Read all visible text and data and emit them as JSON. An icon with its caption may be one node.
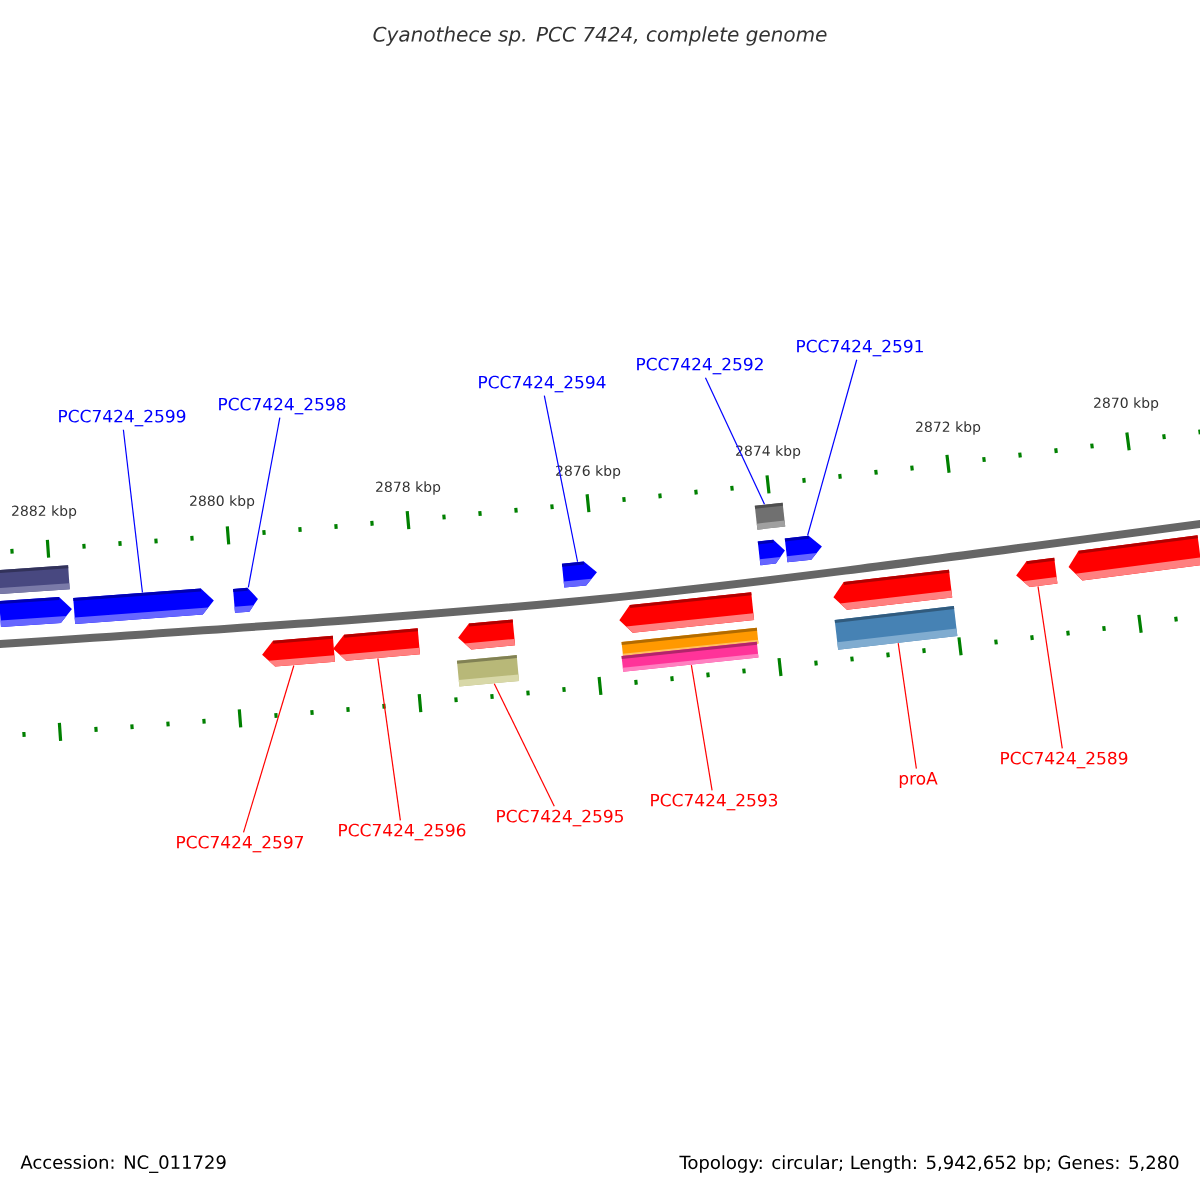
{
  "diagram": {
    "title": "Cyanothece sp. PCC 7424, complete genome",
    "nodes": [
      {
        "text": [
          "PCC7424_2599"
        ]
      },
      {
        "text": [
          "PCC7424_2598"
        ]
      },
      {
        "text": [
          "PCC7424_2594"
        ]
      },
      {
        "text": [
          "PCC7424_2592"
        ]
      },
      {
        "text": [
          "PCC7424_2591"
        ]
      },
      {
        "text": [
          "PCC7424_2597"
        ]
      },
      {
        "text": [
          "PCC7424_2596"
        ]
      },
      {
        "text": [
          "PCC7424_2595"
        ]
      },
      {
        "text": [
          "PCC7424_2593"
        ]
      },
      {
        "text": [
          "proA"
        ]
      },
      {
        "text": [
          "PCC7424_2589"
        ]
      },
      {
        "text": [],
        "shape": "bar"
      },
      {
        "text": [],
        "shape": "pentagon"
      },
      {
        "text": [],
        "shape": "pentagon"
      },
      {
        "text": [],
        "shape": "pentagon"
      },
      {
        "text": [],
        "shape": "pentagon"
      },
      {
        "text": [],
        "shape": "pentagon"
      },
      {
        "text": [],
        "shape": "pentagon"
      },
      {
        "text": [],
        "shape": "bar"
      },
      {
        "text": [],
        "shape": "pentagon"
      },
      {
        "text": [],
        "shape": "pentagon"
      },
      {
        "text": [],
        "shape": "bar"
      },
      {
        "text": [],
        "shape": "bar"
      },
      {
        "text": [],
        "shape": "bar"
      },
      {
        "text": [],
        "shape": "pentagon"
      },
      {
        "text": [],
        "shape": "pentagon"
      },
      {
        "text": [],
        "shape": "pentagon"
      },
      {
        "text": [],
        "shape": "bar"
      },
      {
        "text": [],
        "shape": "pentagon"
      },
      {
        "text": [],
        "shape": "pentagon"
      }
    ],
    "edges": [
      {
        "from": 0,
        "to": 13,
        "arrow": "none",
        "color": "#0000ff"
      },
      {
        "from": 1,
        "to": 14,
        "arrow": "none",
        "color": "#0000ff"
      },
      {
        "from": 2,
        "to": 19,
        "arrow": "none",
        "color": "#0000ff"
      },
      {
        "from": 3,
        "to": 23,
        "arrow": "none",
        "color": "#0000ff"
      },
      {
        "from": 4,
        "to": 25,
        "arrow": "none",
        "color": "#0000ff"
      },
      {
        "from": 5,
        "to": 15,
        "arrow": "none"
      },
      {
        "from": 6,
        "to": 16,
        "arrow": "none"
      },
      {
        "from": 7,
        "to": 18,
        "arrow": "none"
      },
      {
        "from": 8,
        "to": 22,
        "arrow": "none"
      },
      {
        "from": 9,
        "to": 27,
        "arrow": "none"
      },
      {
        "from": 10,
        "to": 28,
        "arrow": "none"
      }
    ],
    "labels": [
      "2870 kbp",
      "2872 kbp",
      "2874 kbp",
      "2876 kbp",
      "2878 kbp",
      "2880 kbp",
      "2882 kbp",
      "Accession: NC_011729",
      "Topology: circular; Length: 5,942,652 bp; Genes: 5,280"
    ]
  }
}
